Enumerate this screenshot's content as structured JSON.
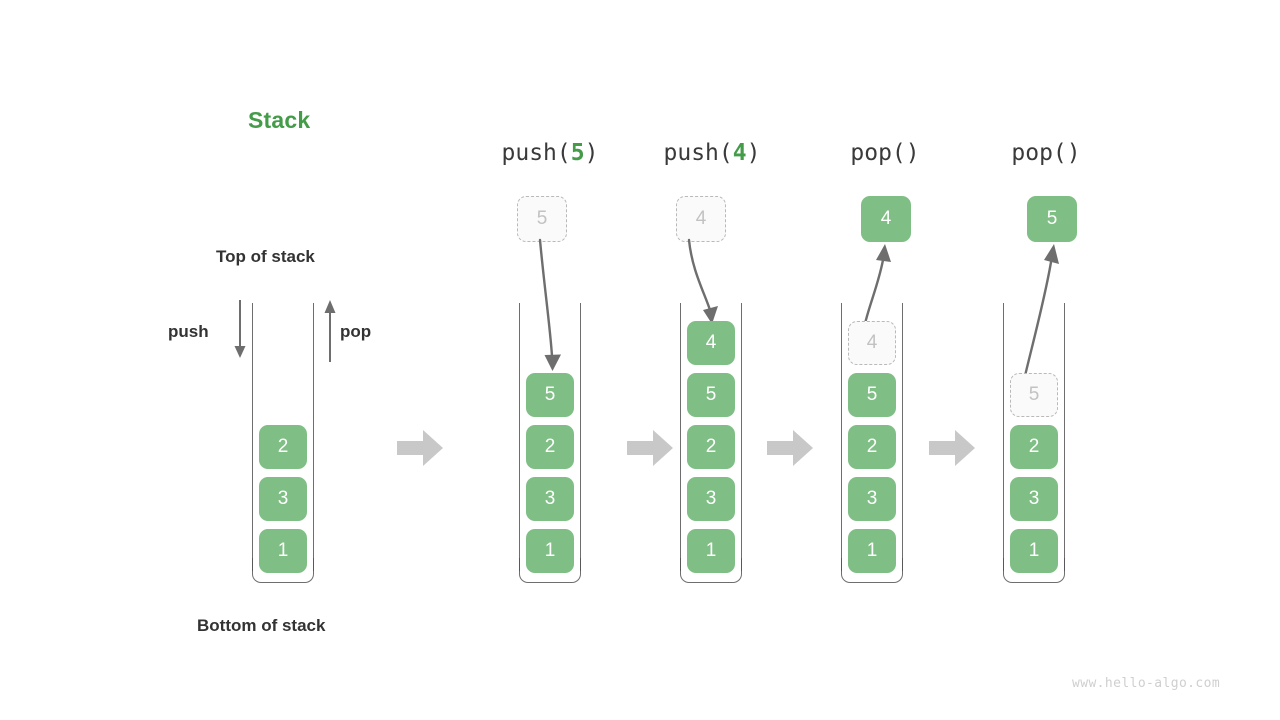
{
  "title": "Stack",
  "title_color": "#449b48",
  "labels": {
    "top_of_stack": "Top of stack",
    "bottom_of_stack": "Bottom of stack",
    "push": "push",
    "pop": "pop"
  },
  "colors": {
    "element_fill": "#7fbe85",
    "element_text": "#ffffff",
    "ghost_fill": "#fafafa",
    "ghost_border": "#b9b9b9",
    "ghost_text": "#c2c2c2",
    "arrow": "#6e6e6e",
    "flow_arrow": "#c8c8c8",
    "container_line": "#555555"
  },
  "initial_stack": {
    "elements": [
      "2",
      "3",
      "1"
    ],
    "description": "bottom-to-top order is 1, 3, 2"
  },
  "stages": [
    {
      "id": "stage-push-5",
      "operation": "push",
      "label_prefix": "push(",
      "label_arg": "5",
      "label_suffix": ")",
      "incoming_value": "5",
      "incoming_kind": "ghost-above",
      "arrow_direction": "down",
      "elements": [
        "5",
        "2",
        "3",
        "1"
      ],
      "ghost_in_stack": null
    },
    {
      "id": "stage-push-4",
      "operation": "push",
      "label_prefix": "push(",
      "label_arg": "4",
      "label_suffix": ")",
      "incoming_value": "4",
      "incoming_kind": "ghost-above",
      "arrow_direction": "down",
      "elements": [
        "4",
        "5",
        "2",
        "3",
        "1"
      ],
      "ghost_in_stack": null
    },
    {
      "id": "stage-pop-1",
      "operation": "pop",
      "label_prefix": "pop(",
      "label_arg": "",
      "label_suffix": ")",
      "outgoing_value": "4",
      "outgoing_kind": "solid-above",
      "arrow_direction": "up",
      "elements": [
        "5",
        "2",
        "3",
        "1"
      ],
      "ghost_in_stack": "4"
    },
    {
      "id": "stage-pop-2",
      "operation": "pop",
      "label_prefix": "pop(",
      "label_arg": "",
      "label_suffix": ")",
      "outgoing_value": "5",
      "outgoing_kind": "solid-above",
      "arrow_direction": "up",
      "elements": [
        "2",
        "3",
        "1"
      ],
      "ghost_in_stack": "5"
    }
  ],
  "flow_arrows": [
    "flow-1",
    "flow-2",
    "flow-3",
    "flow-4"
  ],
  "watermark": "www.hello-algo.com"
}
